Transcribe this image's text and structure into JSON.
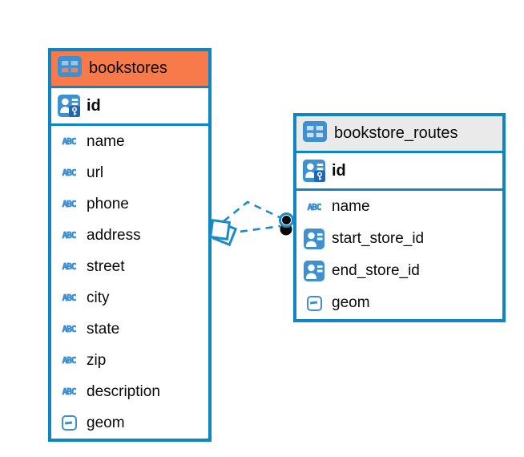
{
  "diagram": {
    "colors": {
      "accent_blue": "#0E86C6",
      "bookstores_header_orange": "#F87A4B",
      "routes_header_gray": "#EAEAEA",
      "icon_blue": "#3E91D0",
      "pk_key_dark_blue": "#1E66B8",
      "connector_blue": "#1B8AC8"
    },
    "icons": {
      "text_type_label": "ABC"
    },
    "tables": [
      {
        "name": "bookstores",
        "primary_key": "id",
        "columns": [
          {
            "name": "name",
            "type": "text"
          },
          {
            "name": "url",
            "type": "text"
          },
          {
            "name": "phone",
            "type": "text"
          },
          {
            "name": "address",
            "type": "text"
          },
          {
            "name": "street",
            "type": "text"
          },
          {
            "name": "city",
            "type": "text"
          },
          {
            "name": "state",
            "type": "text"
          },
          {
            "name": "zip",
            "type": "text"
          },
          {
            "name": "description",
            "type": "text"
          },
          {
            "name": "geom",
            "type": "geometry"
          }
        ]
      },
      {
        "name": "bookstore_routes",
        "primary_key": "id",
        "columns": [
          {
            "name": "name",
            "type": "text"
          },
          {
            "name": "start_store_id",
            "type": "foreign-key-reference"
          },
          {
            "name": "end_store_id",
            "type": "foreign-key-reference"
          },
          {
            "name": "geom",
            "type": "geometry"
          }
        ]
      }
    ],
    "relationship": {
      "style": "dashed",
      "from_table": "bookstores",
      "to_table": "bookstore_routes",
      "link_count": 2
    }
  }
}
